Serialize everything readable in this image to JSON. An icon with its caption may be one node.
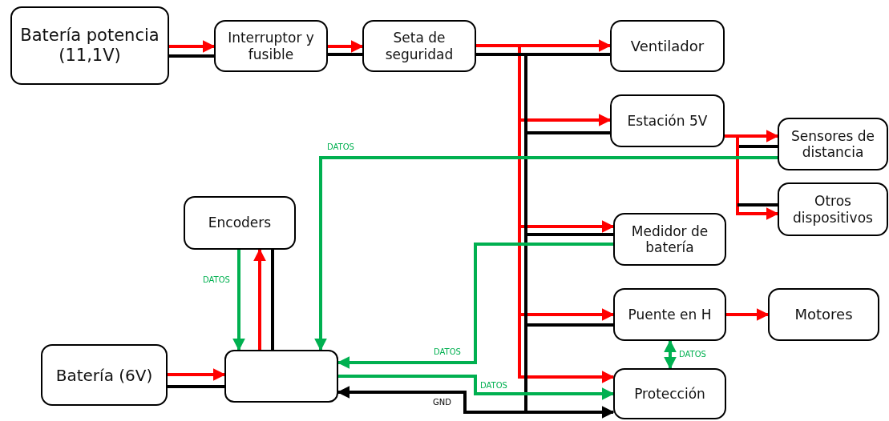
{
  "diagram": {
    "nodes": [
      {
        "text": [
          "Batería potencia (11,1V)"
        ]
      },
      {
        "text": [
          "Interruptor y fusible"
        ]
      },
      {
        "text": [
          "Seta de seguridad"
        ]
      },
      {
        "text": [
          "Ventilador"
        ]
      },
      {
        "text": [
          "Estación 5V"
        ]
      },
      {
        "text": [
          "Sensores de distancia"
        ]
      },
      {
        "text": [
          "Otros dispositivos"
        ]
      },
      {
        "text": [
          "Encoders"
        ]
      },
      {
        "text": [
          "Medidor de batería"
        ]
      },
      {
        "text": [
          "Batería (6V)"
        ]
      },
      {
        "text": [],
        "shape": "box"
      },
      {
        "text": [
          "Puente en H"
        ]
      },
      {
        "text": [
          "Motores"
        ]
      },
      {
        "text": [
          "Protección"
        ]
      }
    ],
    "edges": [
      {
        "from": 0,
        "to": 1,
        "arrow": "to",
        "color": "#ff0000"
      },
      {
        "from": 0,
        "to": 1,
        "arrow": "none",
        "color": "#000000"
      },
      {
        "from": 1,
        "to": 2,
        "arrow": "to",
        "color": "#ff0000"
      },
      {
        "from": 1,
        "to": 2,
        "arrow": "none",
        "color": "#000000"
      },
      {
        "from": 2,
        "to": 3,
        "arrow": "to",
        "color": "#ff0000"
      },
      {
        "from": 2,
        "to": 3,
        "arrow": "none",
        "color": "#000000"
      },
      {
        "from": 2,
        "to": 4,
        "arrow": "to",
        "color": "#ff0000"
      },
      {
        "from": 2,
        "to": 4,
        "arrow": "none",
        "color": "#000000"
      },
      {
        "from": 2,
        "to": 8,
        "arrow": "to",
        "color": "#ff0000"
      },
      {
        "from": 2,
        "to": 8,
        "arrow": "none",
        "color": "#000000"
      },
      {
        "from": 2,
        "to": 11,
        "arrow": "to",
        "color": "#ff0000"
      },
      {
        "from": 2,
        "to": 11,
        "arrow": "none",
        "color": "#000000"
      },
      {
        "from": 2,
        "to": 13,
        "arrow": "to",
        "color": "#ff0000"
      },
      {
        "from": 2,
        "to": 13,
        "arrow": "to",
        "color": "#000000"
      },
      {
        "from": 2,
        "to": 10,
        "arrow": "to",
        "label": "GND",
        "color": "#000000"
      },
      {
        "from": 4,
        "to": 5,
        "arrow": "to",
        "color": "#ff0000"
      },
      {
        "from": null,
        "to": 5,
        "arrow": "none",
        "color": "#000000"
      },
      {
        "from": 4,
        "to": 6,
        "arrow": "to",
        "color": "#ff0000"
      },
      {
        "from": null,
        "to": 6,
        "arrow": "none",
        "color": "#000000"
      },
      {
        "from": 5,
        "to": 10,
        "arrow": "to",
        "label": "DATOS",
        "color": "#00b050"
      },
      {
        "from": 7,
        "to": 10,
        "arrow": "to",
        "label": "DATOS",
        "color": "#00b050"
      },
      {
        "from": 10,
        "to": 7,
        "arrow": "to",
        "color": "#ff0000"
      },
      {
        "from": 7,
        "to": 10,
        "arrow": "none",
        "color": "#000000"
      },
      {
        "from": 9,
        "to": 10,
        "arrow": "to",
        "color": "#ff0000"
      },
      {
        "from": 9,
        "to": 10,
        "arrow": "none",
        "color": "#000000"
      },
      {
        "from": 8,
        "to": 10,
        "arrow": "to",
        "label": "DATOS",
        "color": "#00b050"
      },
      {
        "from": 10,
        "to": 13,
        "arrow": "to",
        "label": "DATOS",
        "color": "#00b050"
      },
      {
        "from": 11,
        "to": 13,
        "arrow": "both",
        "label": "DATOS",
        "color": "#00b050"
      },
      {
        "from": 11,
        "to": 12,
        "arrow": "to",
        "color": "#ff0000"
      }
    ]
  }
}
